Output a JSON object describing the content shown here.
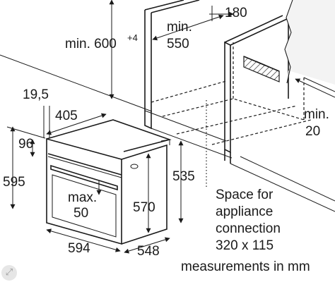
{
  "labels": {
    "min600_main": "min. 600",
    "min600_sup": "+4",
    "min550_line1": "min.",
    "min550_line2": "550",
    "d180": "180",
    "min20_line1": "min.",
    "min20_line2": "20",
    "d19_5": "19,5",
    "d405": "405",
    "d96": "96",
    "d595": "595",
    "d535": "535",
    "max50_line1": "max.",
    "max50_line2": "50",
    "d570": "570",
    "d594": "594",
    "d548": "548",
    "space_line1": "Space for",
    "space_line2": "appliance",
    "space_line3": "connection",
    "space_line4": "320 x 115",
    "measurements": "measurements in mm"
  },
  "icons": {
    "expand": "⤢"
  }
}
